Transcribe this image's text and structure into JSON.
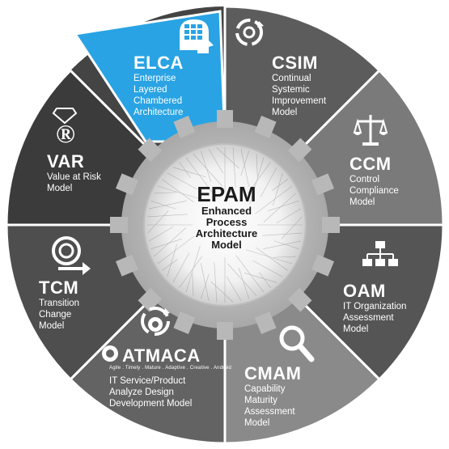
{
  "center": {
    "acronym": "EPAM",
    "name_lines": [
      "Enhanced",
      "Process",
      "Architecture",
      "Model"
    ]
  },
  "segments": [
    {
      "id": "elca",
      "acronym": "ELCA",
      "lines": [
        "Enterprise",
        "Layered",
        "Chambered",
        "Architecture"
      ],
      "color": "#29a3e3",
      "icon": "building-head-icon"
    },
    {
      "id": "csim",
      "acronym": "CSIM",
      "lines": [
        "Continual",
        "Systemic",
        "Improvement",
        "Model"
      ],
      "color": "#5c5c5c",
      "icon": "cycle-arrows-icon"
    },
    {
      "id": "ccm",
      "acronym": "CCM",
      "lines": [
        "Control",
        "Compliance",
        "Model"
      ],
      "color": "#7a7a7a",
      "icon": "scales-icon"
    },
    {
      "id": "oam",
      "acronym": "OAM",
      "lines": [
        "IT Organization",
        "Assessment",
        "Model"
      ],
      "color": "#555555",
      "icon": "org-chart-icon"
    },
    {
      "id": "cmam",
      "acronym": "CMAM",
      "lines": [
        "Capability",
        "Maturity",
        "Assessment",
        "Model"
      ],
      "color": "#8a8a8a",
      "icon": "magnifier-icon"
    },
    {
      "id": "atmaca",
      "acronym": "ATMACA",
      "tagline": "Agile . Timely . Mature . Adaptive . Creative . Android",
      "lines": [
        "IT Service/Product",
        "Analyze Design",
        "Development Model"
      ],
      "color": "#636363",
      "icon": "gear-cycle-icon"
    },
    {
      "id": "tcm",
      "acronym": "TCM",
      "lines": [
        "Transition",
        "Change",
        "Model"
      ],
      "color": "#4e4e4e",
      "icon": "transition-cycle-icon"
    },
    {
      "id": "var",
      "acronym": "VAR",
      "lines": [
        "Value at Risk",
        "Model"
      ],
      "color": "#3b3b3b",
      "icon": "risk-ring-icon"
    }
  ]
}
